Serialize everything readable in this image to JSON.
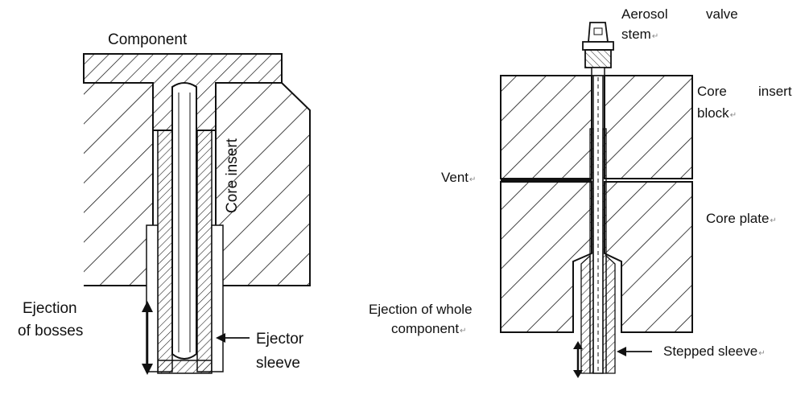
{
  "left_diagram": {
    "component": "Component",
    "core_insert": "Core insert",
    "ejection_line1": "Ejection",
    "ejection_line2": "of bosses",
    "ejector_line1": "Ejector",
    "ejector_line2": "sleeve"
  },
  "right_diagram": {
    "aerosol_line1_a": "Aerosol",
    "aerosol_line1_b": "valve",
    "aerosol_line2": "stem",
    "core_insert_line1_a": "Core",
    "core_insert_line1_b": "insert",
    "core_insert_line2": "block",
    "vent": "Vent",
    "core_plate": "Core plate",
    "ejection_line1": "Ejection of whole",
    "ejection_line2": "component",
    "stepped_sleeve": "Stepped sleeve"
  },
  "return_mark": "↵",
  "colors": {
    "ink": "#111111",
    "background": "#ffffff"
  }
}
